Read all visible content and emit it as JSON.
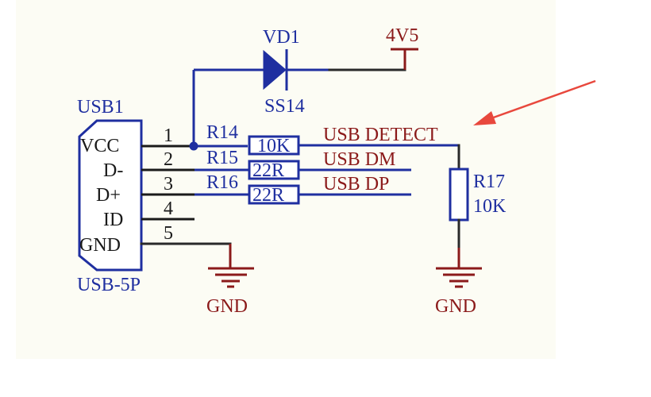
{
  "connector": {
    "ref": "USB1",
    "part": "USB-5P",
    "pins": [
      {
        "name": "VCC",
        "number": "1"
      },
      {
        "name": "D-",
        "number": "2"
      },
      {
        "name": "D+",
        "number": "3"
      },
      {
        "name": "ID",
        "number": "4"
      },
      {
        "name": "GND",
        "number": "5"
      }
    ]
  },
  "diode": {
    "ref": "VD1",
    "part": "SS14"
  },
  "power": {
    "label": "4V5"
  },
  "resistors": [
    {
      "ref": "R14",
      "value": "10K"
    },
    {
      "ref": "R15",
      "value": "22R"
    },
    {
      "ref": "R16",
      "value": "22R"
    },
    {
      "ref": "R17",
      "value": "10K"
    }
  ],
  "nets": [
    "USB DETECT",
    "USB DM",
    "USB DP"
  ],
  "grounds": [
    "GND",
    "GND"
  ],
  "colors": {
    "component": "#1f2fa0",
    "net_label": "#8b1a1a",
    "wire": "#2a2a2a",
    "annotation_arrow": "#e8483d"
  }
}
